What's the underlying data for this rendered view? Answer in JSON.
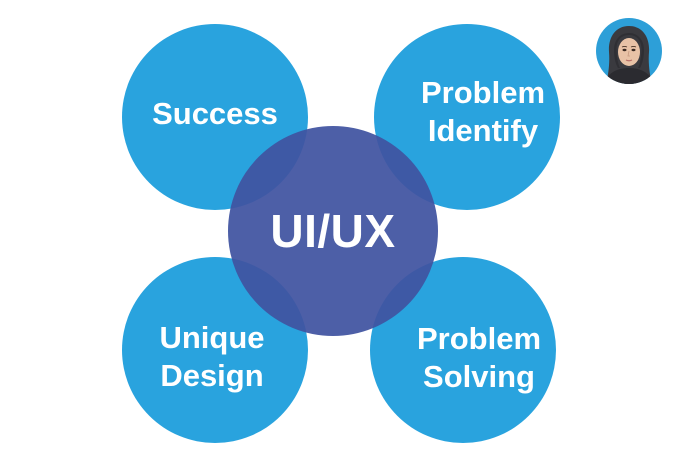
{
  "diagram": {
    "center": {
      "label": "UI/UX"
    },
    "nodes": [
      {
        "lines": [
          "Success"
        ]
      },
      {
        "lines": [
          "Problem",
          "Identify"
        ]
      },
      {
        "lines": [
          "Unique",
          "Design"
        ]
      },
      {
        "lines": [
          "Problem",
          "Solving"
        ]
      }
    ]
  },
  "colors": {
    "satellite": "#29a3de",
    "hub": "#4053a0",
    "text": "#ffffff"
  },
  "avatar": {
    "icon": "user-avatar-icon"
  }
}
